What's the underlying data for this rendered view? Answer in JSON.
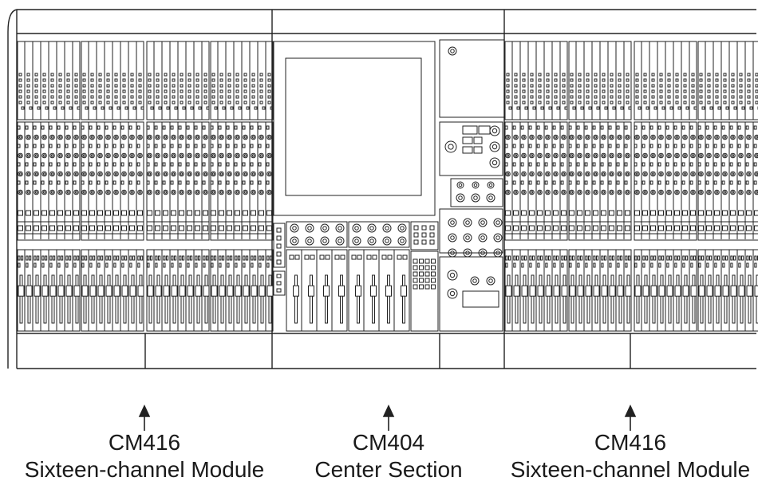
{
  "modules": [
    {
      "id": "left",
      "model": "CM416",
      "description": "Sixteen-channel Module"
    },
    {
      "id": "center",
      "model": "CM404",
      "description": "Center Section"
    },
    {
      "id": "right",
      "model": "CM416",
      "description": "Sixteen-channel Module"
    }
  ],
  "colors": {
    "stroke": "#222222",
    "background": "#ffffff",
    "text": "#1a1a1a"
  },
  "icons": {
    "callout_arrow": "up-arrow-icon",
    "brace": "curly-brace-icon",
    "headphone_jack": "jack-icon"
  }
}
